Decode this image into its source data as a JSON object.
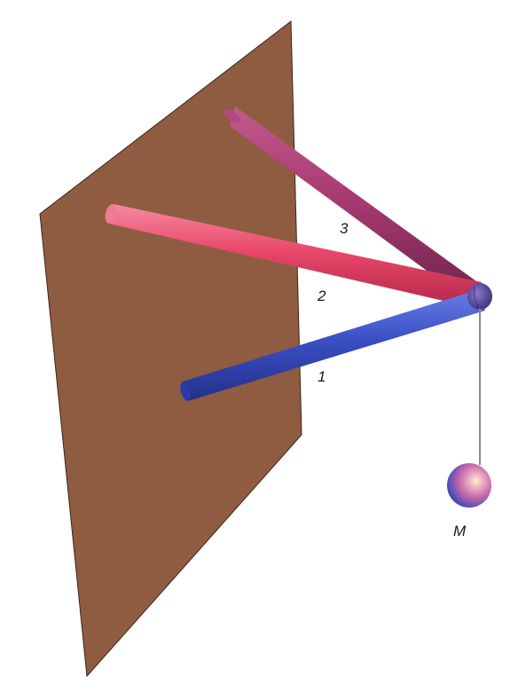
{
  "labels": {
    "rod1": "1",
    "rod2": "2",
    "rod3": "3",
    "mass": "M"
  },
  "colors": {
    "background": "#ffffff",
    "wall": "#8f5c42",
    "wall_edge": "#3a2418",
    "rod1": "#3a4fc4",
    "rod2": "#e8476a",
    "rod3": "#a8386e",
    "string": "#8a8a8a"
  }
}
